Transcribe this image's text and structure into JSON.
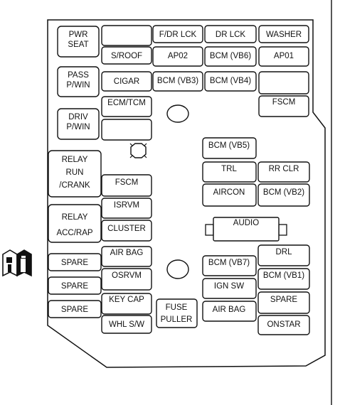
{
  "fuse_labels": {
    "pwr_seat": [
      "PWR",
      "SEAT"
    ],
    "pass_pwin": [
      "PASS",
      "P/WIN"
    ],
    "driv_pwin": [
      "DRIV",
      "P/WIN"
    ],
    "relay_run_crank": [
      "RELAY",
      "RUN",
      "/CRANK"
    ],
    "relay_acc_rap": [
      "RELAY",
      "ACC/RAP"
    ],
    "spare_left_1": "SPARE",
    "spare_left_2": "SPARE",
    "spare_left_3": "SPARE",
    "s_roof": "S/ROOF",
    "cigar": "CIGAR",
    "ecm_tcm": "ECM/TCM",
    "fscm_left": "FSCM",
    "isrvm": "ISRVM",
    "cluster": "CLUSTER",
    "air_bag_left": "AIR BAG",
    "osrvm": "OSRVM",
    "key_cap": "KEY CAP",
    "whl_sw": "WHL S/W",
    "f_dr_lck": "F/DR LCK",
    "ap02": "AP02",
    "bcm_vb3": "BCM (VB3)",
    "fuse_puller": [
      "FUSE",
      "PULLER"
    ],
    "dr_lck": "DR LCK",
    "bcm_vb6": "BCM (VB6)",
    "bcm_vb4": "BCM (VB4)",
    "bcm_vb5": "BCM (VB5)",
    "trl": "TRL",
    "aircon": "AIRCON",
    "bcm_vb7": "BCM (VB7)",
    "ign_sw": "IGN SW",
    "air_bag_center": "AIR BAG",
    "audio": "AUDIO",
    "washer": "WASHER",
    "ap01": "AP01",
    "fscm_right": "FSCM",
    "rr_clr": "RR CLR",
    "bcm_vb2": "BCM (VB2)",
    "drl": "DRL",
    "bcm_vb1": "BCM (VB1)",
    "spare_right": "SPARE",
    "onstar": "ONSTAR"
  },
  "icons": {
    "info": "manual-info-icon"
  },
  "colors": {
    "line": "#111111",
    "background": "#ffffff"
  }
}
